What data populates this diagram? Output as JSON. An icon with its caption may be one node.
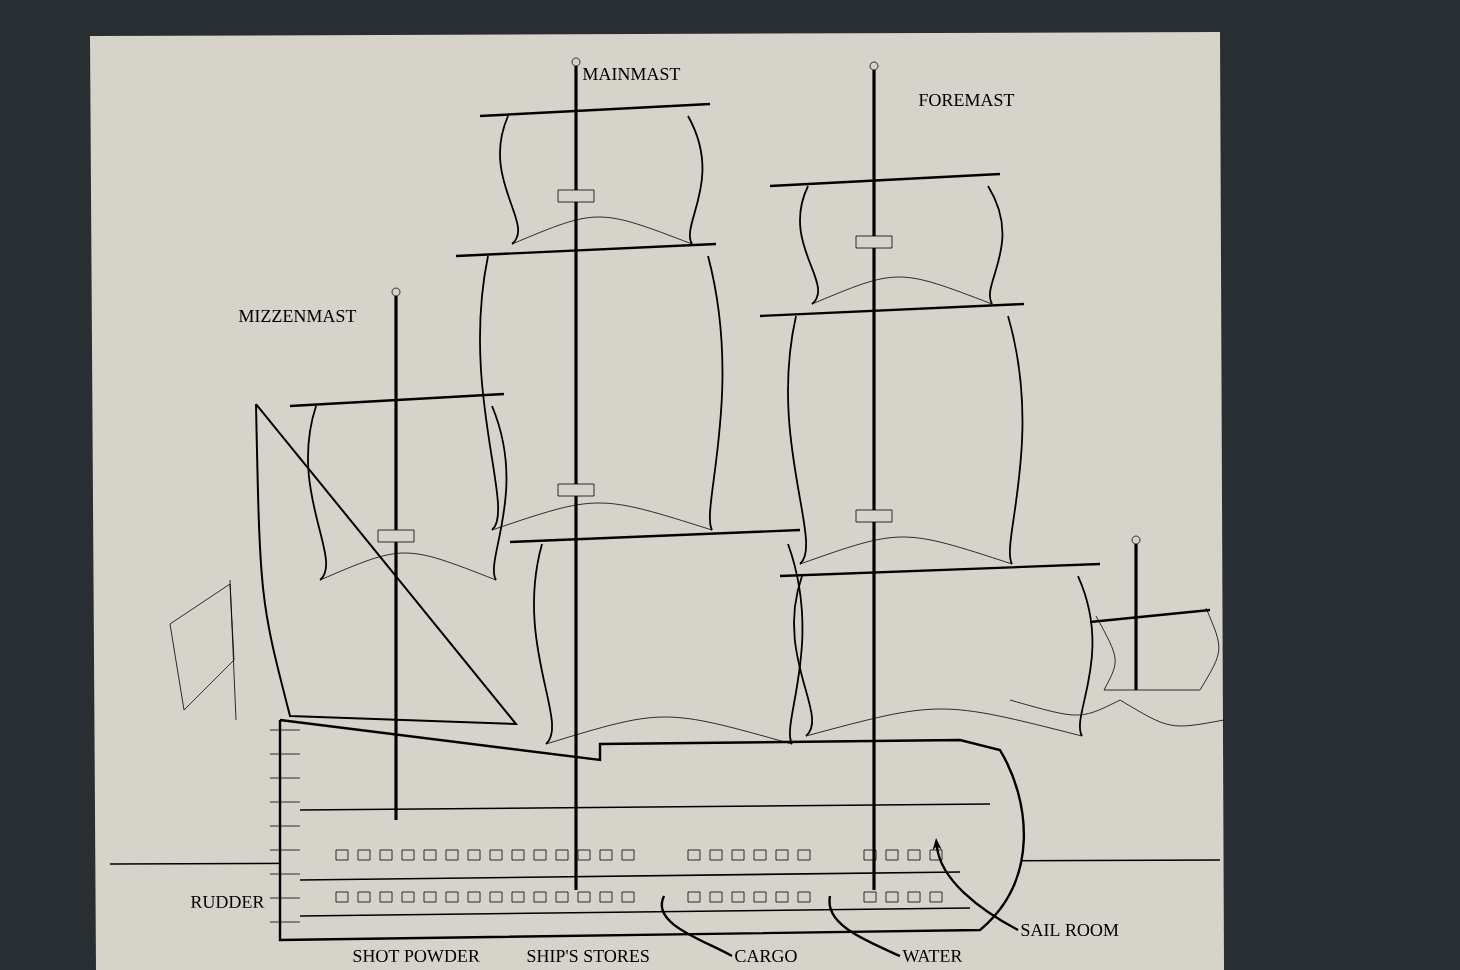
{
  "diagram": {
    "nodes": [
      {
        "text": [
          "SAIL ROOM"
        ]
      },
      {
        "text": [
          "CARGO"
        ]
      },
      {
        "text": [
          "WATER"
        ]
      }
    ],
    "edges": [
      {
        "from": 0,
        "to": null,
        "arrow": "to"
      },
      {
        "from": 1,
        "to": null,
        "arrow": "none"
      },
      {
        "from": 2,
        "to": null,
        "arrow": "none"
      }
    ],
    "labels": [
      "MAINMAST",
      "FOREMAST",
      "MIZZENMAST",
      "RUDDER",
      "SHOT POWDER",
      "SHIP'S STORES"
    ]
  }
}
